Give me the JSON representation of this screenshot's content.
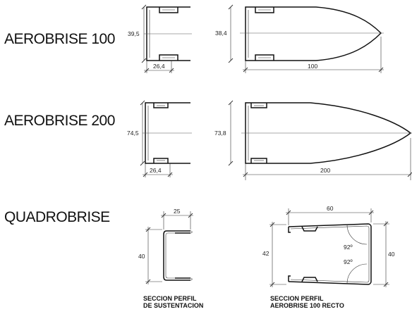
{
  "profiles": {
    "aerobrise_100": {
      "name": "AEROBRISE 100",
      "section_height": "39,5",
      "section_width": "26,4",
      "blade_height": "38,4",
      "blade_length": "100"
    },
    "aerobrise_200": {
      "name": "AEROBRISE 200",
      "section_height": "74,5",
      "section_width": "26,4",
      "blade_height": "73,8",
      "blade_length": "200"
    },
    "quadrobrise": {
      "name": "QUADROBRISE",
      "support": {
        "width": "25",
        "height": "40",
        "caption_line1": "SECCION PERFIL",
        "caption_line2": "DE SUSTENTACION"
      },
      "straight": {
        "width": "60",
        "height_left": "42",
        "height_right": "40",
        "angle_top": "92º",
        "angle_bottom": "92º",
        "caption_line1": "SECCION PERFIL",
        "caption_line2": "AEROBRISE 100 RECTO"
      }
    }
  }
}
